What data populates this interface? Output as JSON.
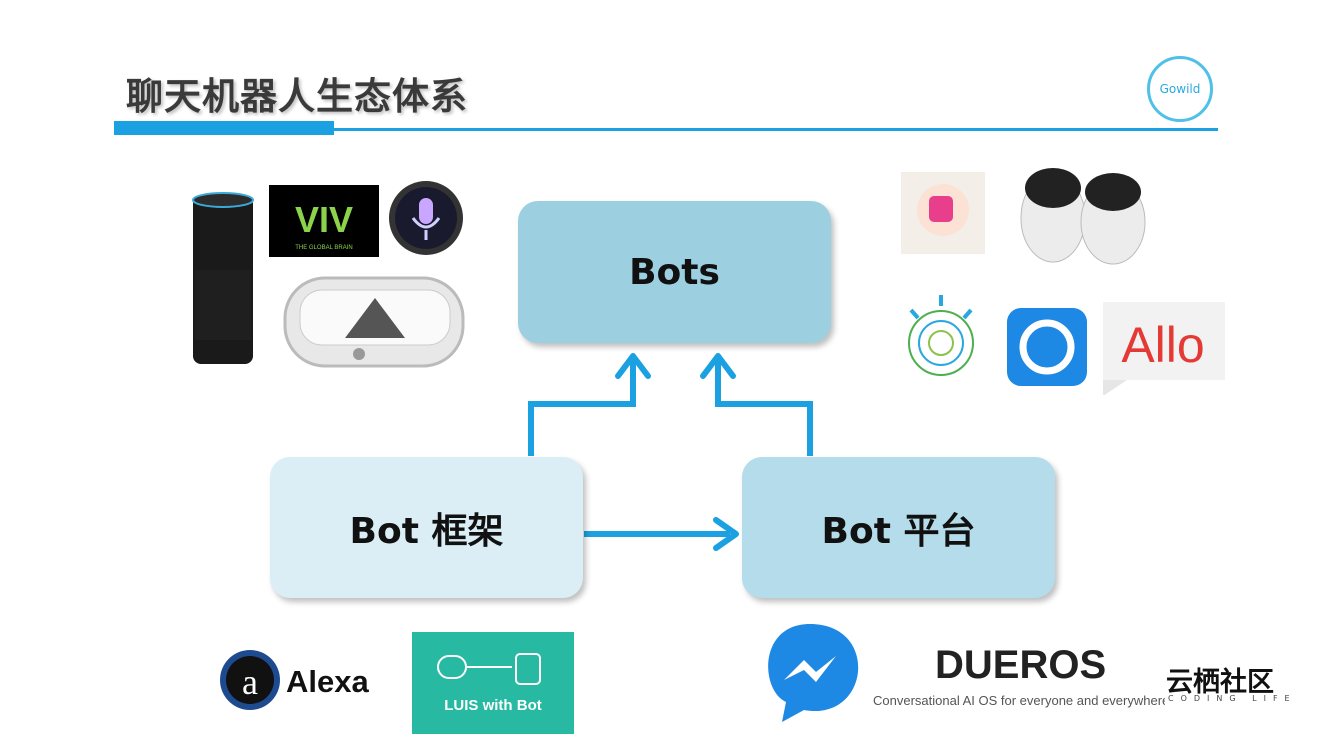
{
  "slide": {
    "title": "聊天机器人生态体系",
    "brand_logo": "Gowild",
    "watermark": "云栖社区",
    "watermark_sub": "CODING LIFE",
    "accent_color": "#1ba1e2"
  },
  "boxes": {
    "bots": "Bots",
    "framework": "Bot 框架",
    "platform": "Bot 平台"
  },
  "logos": {
    "viv": "VIV",
    "viv_tagline": "THE GLOBAL BRAIN",
    "allo": "Allo",
    "alexa": "Alexa",
    "luis": "LUIS with Bot",
    "dueros": "DUEROS",
    "dueros_tagline": "Conversational AI OS for everyone and everywhere"
  }
}
